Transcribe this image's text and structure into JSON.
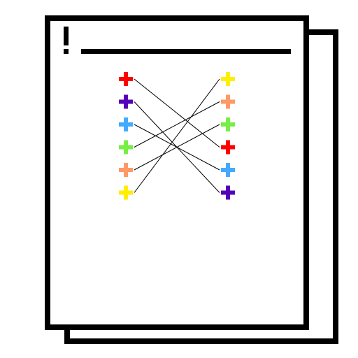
{
  "icon": {
    "name": "document-stack-matching-icon",
    "exclamation_mark": "!",
    "colors": {
      "outline": "#000000",
      "paper": "#ffffff",
      "connector_line": "#000000"
    }
  },
  "markers": {
    "left": [
      {
        "color": "#ff0000"
      },
      {
        "color": "#5500bb"
      },
      {
        "color": "#44aaff"
      },
      {
        "color": "#77ee44"
      },
      {
        "color": "#ff9966"
      },
      {
        "color": "#ffee00"
      }
    ],
    "right": [
      {
        "color": "#ffee00"
      },
      {
        "color": "#ff9966"
      },
      {
        "color": "#77ee44"
      },
      {
        "color": "#ff0000"
      },
      {
        "color": "#44aaff"
      },
      {
        "color": "#5500bb"
      }
    ]
  },
  "connections": [
    {
      "from": 0,
      "to": 3
    },
    {
      "from": 1,
      "to": 5
    },
    {
      "from": 2,
      "to": 4
    },
    {
      "from": 3,
      "to": 1
    },
    {
      "from": 4,
      "to": 2
    },
    {
      "from": 5,
      "to": 0
    }
  ]
}
